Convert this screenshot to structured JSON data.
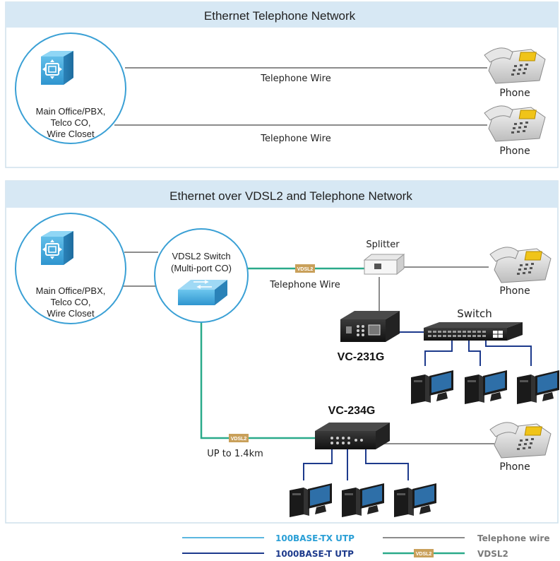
{
  "colors": {
    "panel_header": "#d7e8f4",
    "panel_border": "#c9dcea",
    "circle_stroke": "#3aa0d5",
    "utp100": "#5bb7e0",
    "utp1000": "#1d3a8c",
    "telephone": "#8c8c8c",
    "vdsl2": "#2aaa8a",
    "vdsl_tag": "#c9a05a",
    "legend_text_blue": "#2a9fd6",
    "legend_text_navy": "#1d3a8c",
    "legend_text_gray": "#7a7a7a"
  },
  "panel1": {
    "title": "Ethernet Telephone Network",
    "office_lines": [
      "Main Office/PBX,",
      "Telco CO,",
      "Wire Closet"
    ],
    "wire1_label": "Telephone Wire",
    "wire2_label": "Telephone Wire",
    "phone1_label": "Phone",
    "phone2_label": "Phone"
  },
  "panel2": {
    "title": "Ethernet over VDSL2 and Telephone Network",
    "office_lines": [
      "Main Office/PBX,",
      "Telco CO,",
      "Wire Closet"
    ],
    "switch_lines": [
      "VDSL2 Switch",
      "(Multi-port CO)"
    ],
    "splitter_label": "Splitter",
    "wire_label": "Telephone Wire",
    "vdsl_tag": "VDSL2",
    "phone_top_label": "Phone",
    "vc231_label": "VC-231G",
    "switch_label": "Switch",
    "vc234_label": "VC-234G",
    "distance_label": "UP to 1.4km",
    "phone_bottom_label": "Phone"
  },
  "legend": {
    "items": [
      {
        "label": "100BASE-TX UTP",
        "icon": "line-light-blue"
      },
      {
        "label": "Telephone wire",
        "icon": "line-gray"
      },
      {
        "label": "1000BASE-T UTP",
        "icon": "line-navy"
      },
      {
        "label": "VDSL2",
        "icon": "line-teal-with-tag"
      }
    ],
    "tag_text": "VDSL2"
  }
}
